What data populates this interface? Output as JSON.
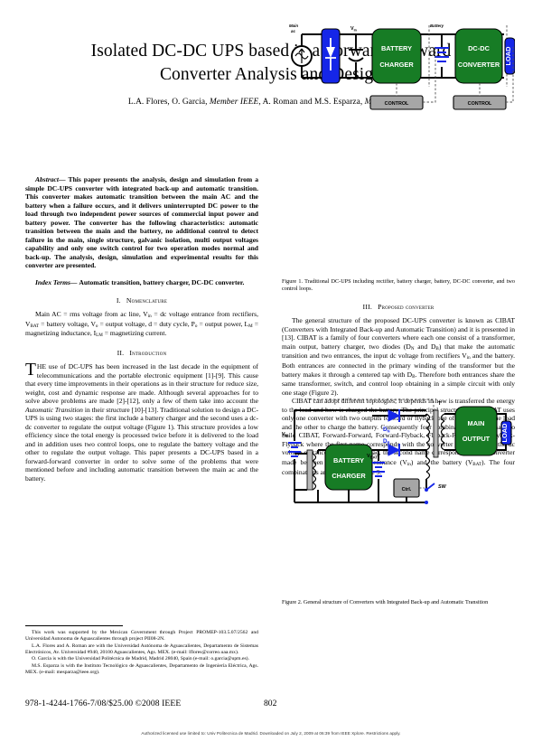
{
  "paper": {
    "title": "Isolated DC-DC UPS based in a Forward-Forward Converter Analysis and Design",
    "authors": "L.A. Flores, O. Garcia, Member IEEE, A. Roman and M.S. Esparza, Member IEEE",
    "authors_pre1": "L.A. Flores, O. Garcia, ",
    "authors_mem1": "Member IEEE",
    "authors_mid": ", A. Roman and M.S. Esparza, ",
    "authors_mem2": "Member IEEE"
  },
  "abstract": {
    "heading": "Abstract—",
    "body": "This paper presents the analysis, design and simulation from a simple DC-UPS converter with integrated back-up and automatic transition. This converter makes automatic transition between the main AC and the battery when a failure occurs, and it delivers uninterrupted DC power to the load through two independent power sources of commercial input power and battery power. The converter has the following characteristics: automatic transition between the main and the battery, no additional control to detect failure in the main, single structure, galvanic isolation, multi output voltages capability and only one switch control for two operation modes normal and back-up. The analysis, design, simulation and experimental results for this converter are presented."
  },
  "index_terms": {
    "heading": "Index Terms—",
    "body": "Automatic transition, battery charger, DC-DC converter."
  },
  "sections": {
    "nomenclature": {
      "number": "I.",
      "title": "Nomenclature",
      "p1_a": "Main AC = rms voltage from ac line, V",
      "p1_sub1": "in",
      "p1_b": " = dc voltage entrance from rectifiers, V",
      "p1_sub2": "BAT",
      "p1_c": " = battery voltage, V",
      "p1_sub3": "o",
      "p1_d": " = output voltage, d = duty cycle, P",
      "p1_sub4": "o",
      "p1_e": " = output power, L",
      "p1_sub5": "M",
      "p1_f": " = magnetizing inductance, I",
      "p1_sub6": "LM",
      "p1_g": " = magnetizing current."
    },
    "introduction": {
      "number": "II.",
      "title": "Introduction",
      "p1": "THE use of DC-UPS has been increased in the last decade in the equipment of telecommunications and the portable electronic equipment [1]-[9]. This cause that every time improvements in their operations as in their structure for reduce size, weight, cost and dynamic response are made. Although several approaches for to solve above problems are made [2]-[12], only a few of them take into account the Automatic Transition in their structure [10]-[13]. Traditional solution to design a DC-UPS is using two stages: the first include a battery charger and the second uses a dc-dc converter to regulate the output voltage (Figure 1). This structure provides a low efficiency since the total energy is processed twice before it is delivered to the load and in addition uses two control loops, one to regulate the battery voltage and the other to regulate the output voltage. This paper presents a DC-UPS based in a forward-forward converter in order to solve some of the problems that were mentioned before and including automatic transition between the main ac and the battery.",
      "p1_a": "HE use of DC-UPS has been increased in the last decade in the equipment of telecommunications and the portable electronic equipment [1]-[9]. This cause that every time improvements in their operations as in their structure for reduce size, weight, cost and dynamic response are made. Although several approaches for to solve above problems are made [2]-[12], only a few of them take into account the ",
      "p1_italic": "Automatic Transition",
      "p1_b": " in their structure [10]-[13]. Traditional solution to design a DC-UPS is using two stages: the first include a battery charger and the second uses a dc-dc converter to regulate the output voltage (Figure 1). This structure provides a low efficiency since the total energy is processed twice before it is delivered to the load and in addition uses two control loops, one to regulate the battery voltage and the other to regulate the output voltage. This paper presents a DC-UPS based in a forward-forward converter in order to solve some of the problems that were mentioned before and including automatic transition between the main ac and the battery."
    },
    "proposed": {
      "number": "III.",
      "title": "Proposed converter",
      "p1_a": "The general structure of the proposed DC-UPS converter is known as CIBAT (Converters with Integrated Back-up and Automatic Transition) and it is presented in [13]. CIBAT is a family of four converters where each one consist of a transformer, main output, battery charger, two diodes (D",
      "p1_sub1": "N",
      "p1_b": " and D",
      "p1_sub2": "B",
      "p1_c": ") that make the automatic transition and two entrances, the input dc voltage from rectifiers V",
      "p1_sub3": "in",
      "p1_d": " and the battery. Both entrances are connected in the primary winding of the transformer but the battery makes it through a centered tap with D",
      "p1_sub4": "B",
      "p1_e": ". Therefore both entrances share the same transformer, switch, and control loop obtaining in a simple circuit with only one stage (Figure 2).",
      "p2_a": "CIBAT can adopt different topologies; it depends in how is transferred the energy to the load and how is charged the battery. The principal structure from CIBAT uses only one converter with two outputs forward or flyback one of them to feed the load and the other to charge the battery. Consequently four combinations can be made to build CIBAT, Forward-Forward, Forward-Flyback, Flyback-Forward and Flyback-Flyback where the first name corresponds with the converter made between the dc voltage entrance (V",
      "p2_sub1": "in",
      "p2_b": ") and the load, the second name correspond with the converter made between the dc voltage entrance (V",
      "p2_sub2": "in",
      "p2_c": ") and the battery (V",
      "p2_sub3": "BAT",
      "p2_d": "). The four combinations are shown in Figure 3."
    }
  },
  "figures": {
    "fig1": {
      "caption": "Figure 1. Traditional DC-UPS including rectifier, battery charger, battery, DC-DC converter, and two control loops.",
      "labels": {
        "main_ac_1": "Main",
        "main_ac_2": "ac",
        "vin": "V",
        "vin_sub": "in",
        "battery": "Battery",
        "battery_charger_1": "BATTERY",
        "battery_charger_2": "CHARGER",
        "dcdc_1": "DC-DC",
        "dcdc_2": "CONVERTER",
        "load": "LOAD",
        "control_1": "CONTROL",
        "control_2": "CONTROL"
      }
    },
    "fig2": {
      "caption": "Figure 2. General structure of Converters with Integrated Back-up and Automatic Transition",
      "labels": {
        "vin": "V",
        "vin_sub": "in",
        "dn": "D",
        "dn_sub": "N",
        "db": "D",
        "db_sub": "B",
        "transformer": "T",
        "battery_charger_1": "BATTERY",
        "battery_charger_2": "CHARGER",
        "vbat": "V",
        "vbat_sub": "BAT",
        "main_output_1": "MAIN",
        "main_output_2": "OUTPUT",
        "load": "LOAD",
        "ctrl": "Ctrl.",
        "sw": "SW"
      }
    }
  },
  "footnote": {
    "p1": "This work was supported by the Mexican Government through Project PROMEP-103.5.07/2562 and Universidad Autonoma de Aguascalientes through project PII08-2N.",
    "p2": "L.A. Flores and A. Roman are with the Universidad Autónoma de Aguascalientes, Departamento de Sistemas Electrónicos, Av. Universidad #940, 20100 Aguascalientes, Ags. MEX. (e-mail: lflores@correo.uaa.mx).",
    "p3": "O. Garcia is with the Universidad Politécnica de Madrid, Madrid 28040, Spain (e-mail: o.garcia@upm.es).",
    "p4": "M.S. Esparza is with the Instituto Tecnológico de Aguascalientes, Departamento de Ingeniería Eléctrica, Ags. MEX. (e-mail: mesparza@ieee.org)."
  },
  "footer": {
    "isbn": "978-1-4244-1766-7/08/$25.00 ©2008 IEEE",
    "page_number": "802",
    "notice": "Authorized licensed use limited to: Univ Politecnica de Madrid. Downloaded on July 2, 2009 at 06:39 from IEEE Xplore. Restrictions apply."
  },
  "colors": {
    "block_green": "#177c25",
    "block_blue": "#1526e8",
    "block_gray": "#a6a6a6",
    "wire": "#000000"
  }
}
